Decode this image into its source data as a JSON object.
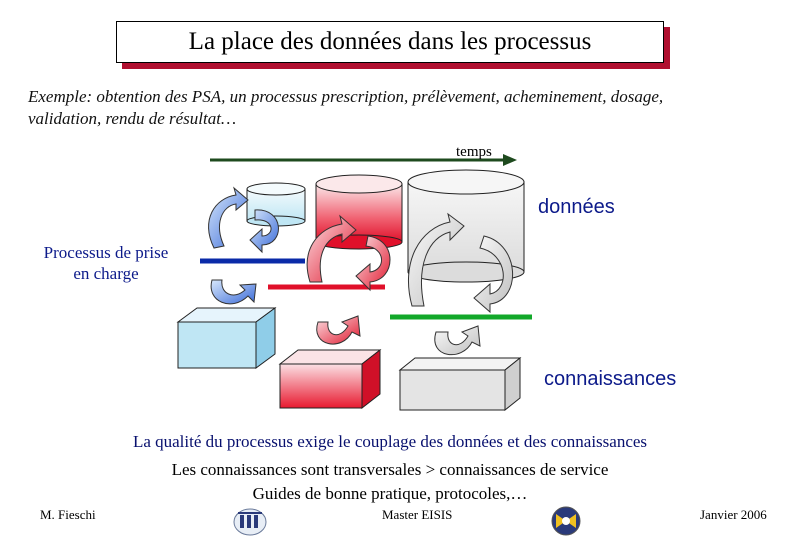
{
  "title": "La place des données dans les processus",
  "example": {
    "line1": "Exemple:  obtention des PSA, un processus prescription, prélèvement, acheminement, dosage,",
    "line2": "validation, rendu de résultat…"
  },
  "diagram": {
    "time_label": "temps",
    "data_label": "données",
    "knowledge_label": "connaissances",
    "process_label_line1": "Processus de prise",
    "process_label_line2": "en charge",
    "colors": {
      "stage1": "#0a2aa8",
      "stage2": "#e0102a",
      "stage3": "#12a82a",
      "time_arrow": "#1e4a1e",
      "label_blue": "#0c1a8a"
    }
  },
  "summary": {
    "line1": "La qualité du processus exige le couplage des données et des connaissances",
    "line2": "Les connaissances  sont transversales   >   connaissances de service",
    "line3": "Guides de bonne pratique, protocoles,…"
  },
  "footer": {
    "author": "M. Fieschi",
    "course": "Master EISIS",
    "date": "Janvier   2006"
  }
}
